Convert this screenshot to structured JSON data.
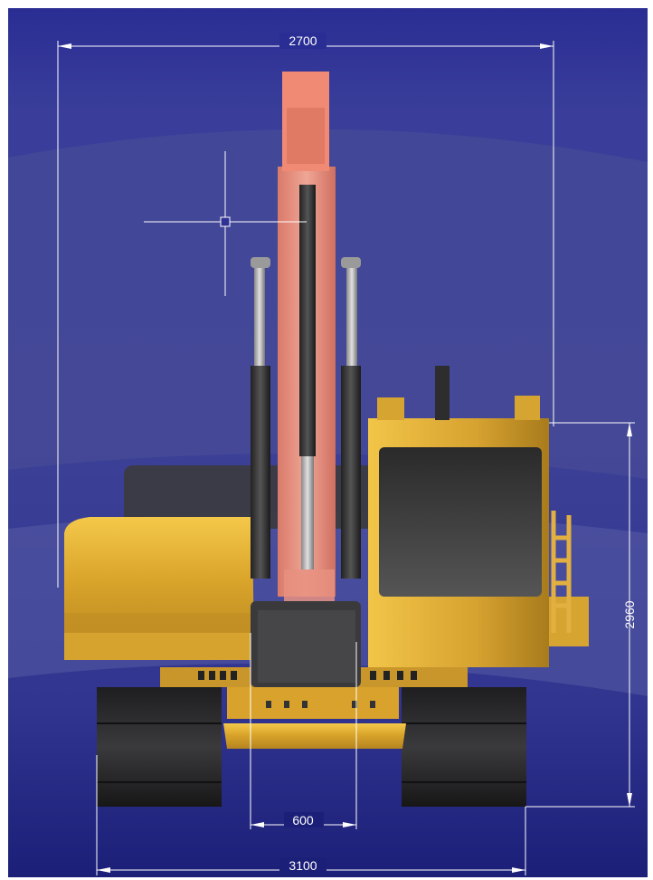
{
  "dimensions": {
    "overall_width_upper": "2700",
    "cab_height": "2960",
    "boom_width": "600",
    "track_width": "3100"
  },
  "colors": {
    "background_dark": "#23268c",
    "background_band": "#4a4f96",
    "machine_yellow": "#e1ad27",
    "boom_salmon": "#e8988a",
    "dimension_line": "#ffffff"
  },
  "icons": {
    "cursor": "crosshair-cursor-icon"
  }
}
